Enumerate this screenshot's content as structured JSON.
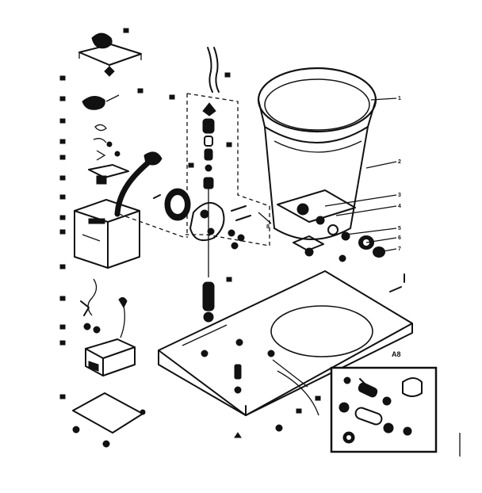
{
  "diagram": {
    "inset_label": "A8",
    "callouts": [
      {
        "id": "c-tub",
        "text": "1"
      },
      {
        "id": "c-basket",
        "text": "2"
      },
      {
        "id": "c-valve-a",
        "text": "3"
      },
      {
        "id": "c-valve-b",
        "text": "4"
      },
      {
        "id": "c-valve-c",
        "text": "5"
      },
      {
        "id": "c-valve-d",
        "text": "6"
      },
      {
        "id": "c-valve-e",
        "text": "7"
      },
      {
        "id": "c-base",
        "text": "8"
      }
    ]
  }
}
